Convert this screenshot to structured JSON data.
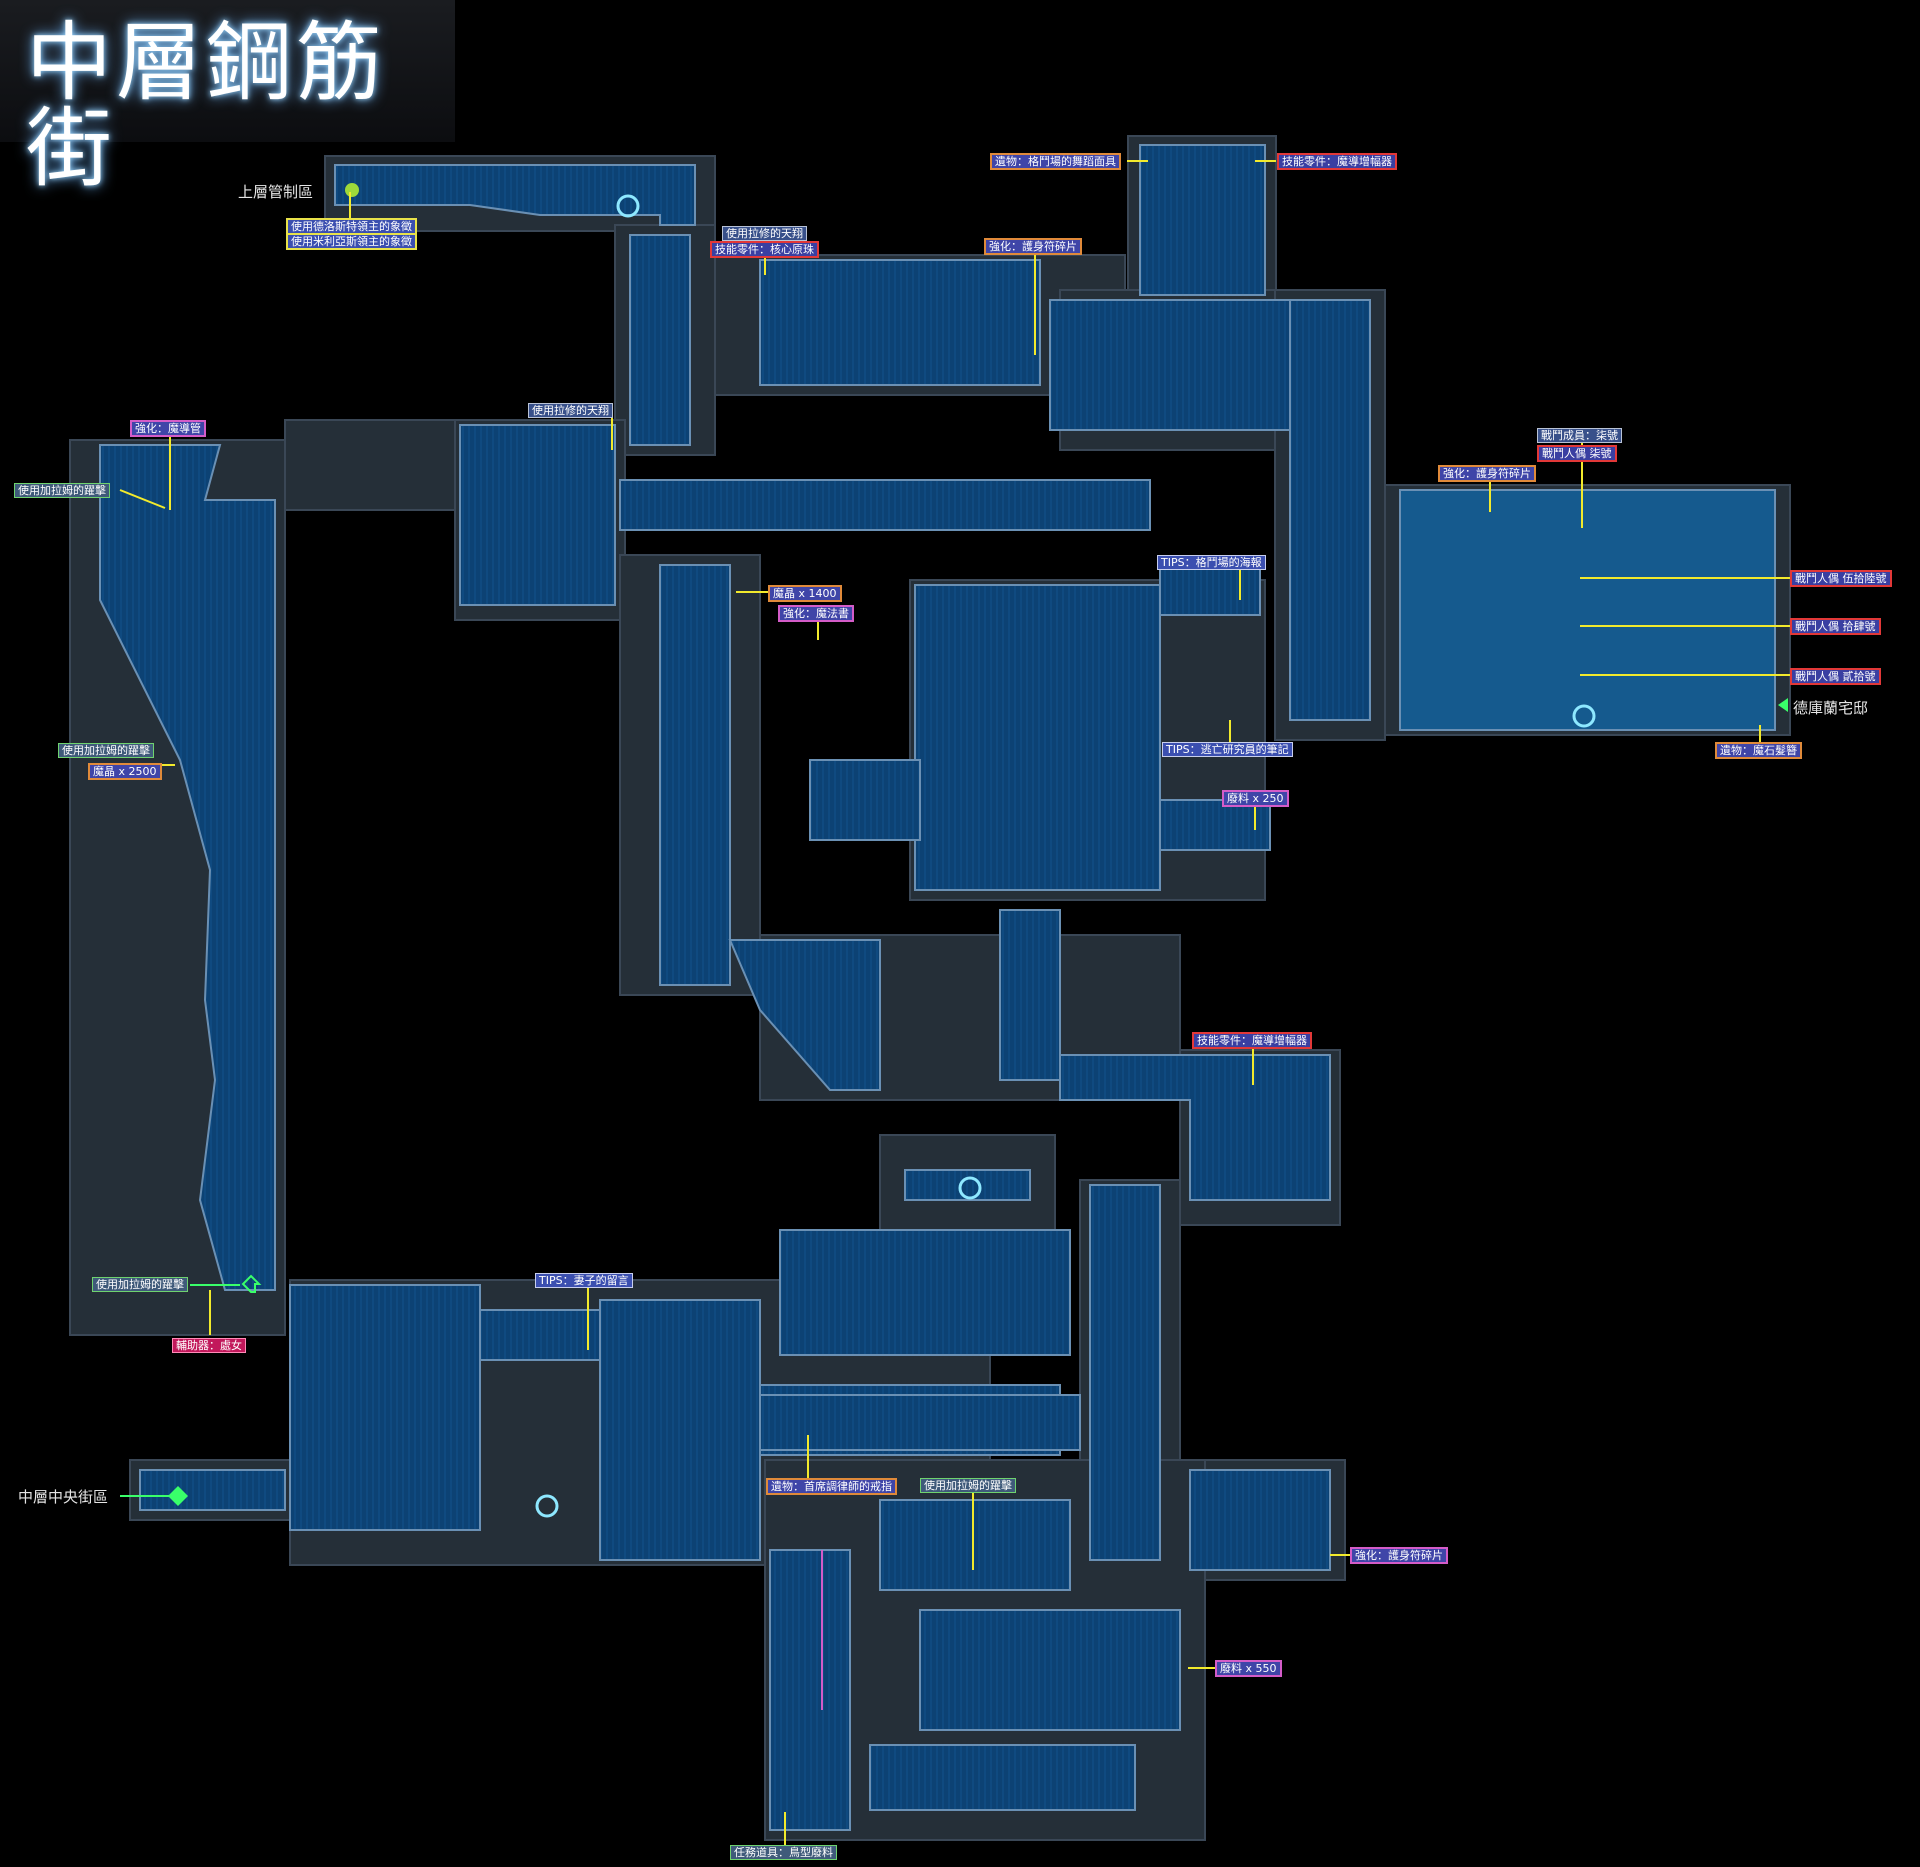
{
  "title": "中層鋼筋街",
  "areas": {
    "upper_control": "上層管制區",
    "middle_central": "中層中央街區",
    "derland_mansion": "德庫蘭宅邸"
  },
  "labels": {
    "nelos_crest": "使用德洛斯特領主的象徵",
    "mirca_crest": "使用米利亞斯領主的象徵",
    "use_glide_1": "使用拉修的天翔",
    "skill_core": "技能零件：核心原珠",
    "relic_mask": "遺物：格鬥場的舞蹈面具",
    "skill_amp_1": "技能零件：魔導增幅器",
    "enh_amulet_1": "強化：護身符碎片",
    "use_glide_2": "使用拉修的天翔",
    "enh_conduit": "強化：魔導管",
    "use_galamu_1": "使用加拉姆的躍擊",
    "crystal_1400": "魔晶 x 1400",
    "enh_grimoire": "強化：魔法書",
    "tips_poster": "TIPS：格鬥場的海報",
    "use_galamu_2": "使用加拉姆的躍擊",
    "crystal_2500": "魔晶 x 2500",
    "combat_member": "戰鬥成員：柒號",
    "doll_7": "戰鬥人偶 柒號",
    "enh_amulet_2": "強化：護身符碎片",
    "doll_56": "戰鬥人偶 伍拾陸號",
    "doll_14": "戰鬥人偶 拾肆號",
    "doll_20": "戰鬥人偶 貳拾號",
    "tips_researcher": "TIPS：逃亡研究員的筆記",
    "relic_hairpin": "遺物：魔石髮簪",
    "material_250": "廢料 x 250",
    "skill_amp_2": "技能零件：魔導增幅器",
    "use_galamu_3": "使用加拉姆的躍擊",
    "tips_wife": "TIPS：妻子的留言",
    "aux_maiden": "輔助器：處女",
    "relic_ring": "遺物：首席調律師的戒指",
    "use_galamu_4": "使用加拉姆的躍擊",
    "enh_amulet_3": "強化：護身符碎片",
    "material_550": "廢料 x 550",
    "quest_item": "任務道具：鳥型廢料"
  },
  "colors": {
    "room_fill": "#0b3d6c",
    "room_edge": "#6a90b4",
    "corridor": "#252f38",
    "background": "#000000",
    "leader": "#f2ea2c",
    "save_point": "#8ee8ff",
    "area_marker": "#39ff6a"
  }
}
